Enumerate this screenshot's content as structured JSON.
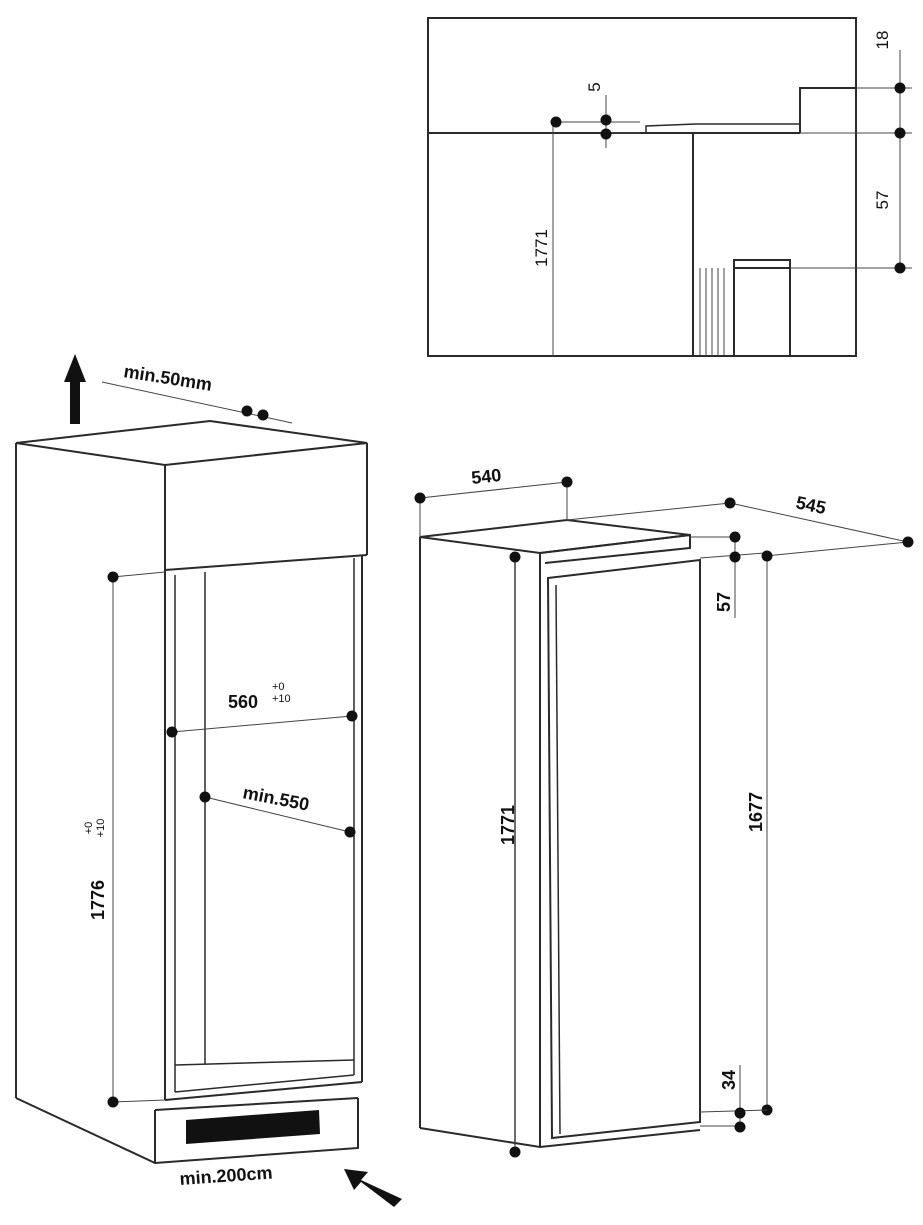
{
  "dimensions": {
    "top_right_18": "18",
    "top_right_5": "5",
    "top_right_57": "57",
    "top_right_1771": "1771",
    "min_50mm": "min.50mm",
    "niche_560": "560",
    "niche_560_tol_plus": "+0",
    "niche_560_tol_minus": "+10",
    "niche_min550": "min.550",
    "niche_1776": "1776",
    "niche_1776_tol_plus": "+0",
    "niche_1776_tol_minus": "+10",
    "min_200cm": "min.200cm",
    "fridge_540": "540",
    "fridge_545": "545",
    "fridge_57": "57",
    "fridge_1771": "1771",
    "fridge_1677": "1677",
    "fridge_34": "34"
  }
}
